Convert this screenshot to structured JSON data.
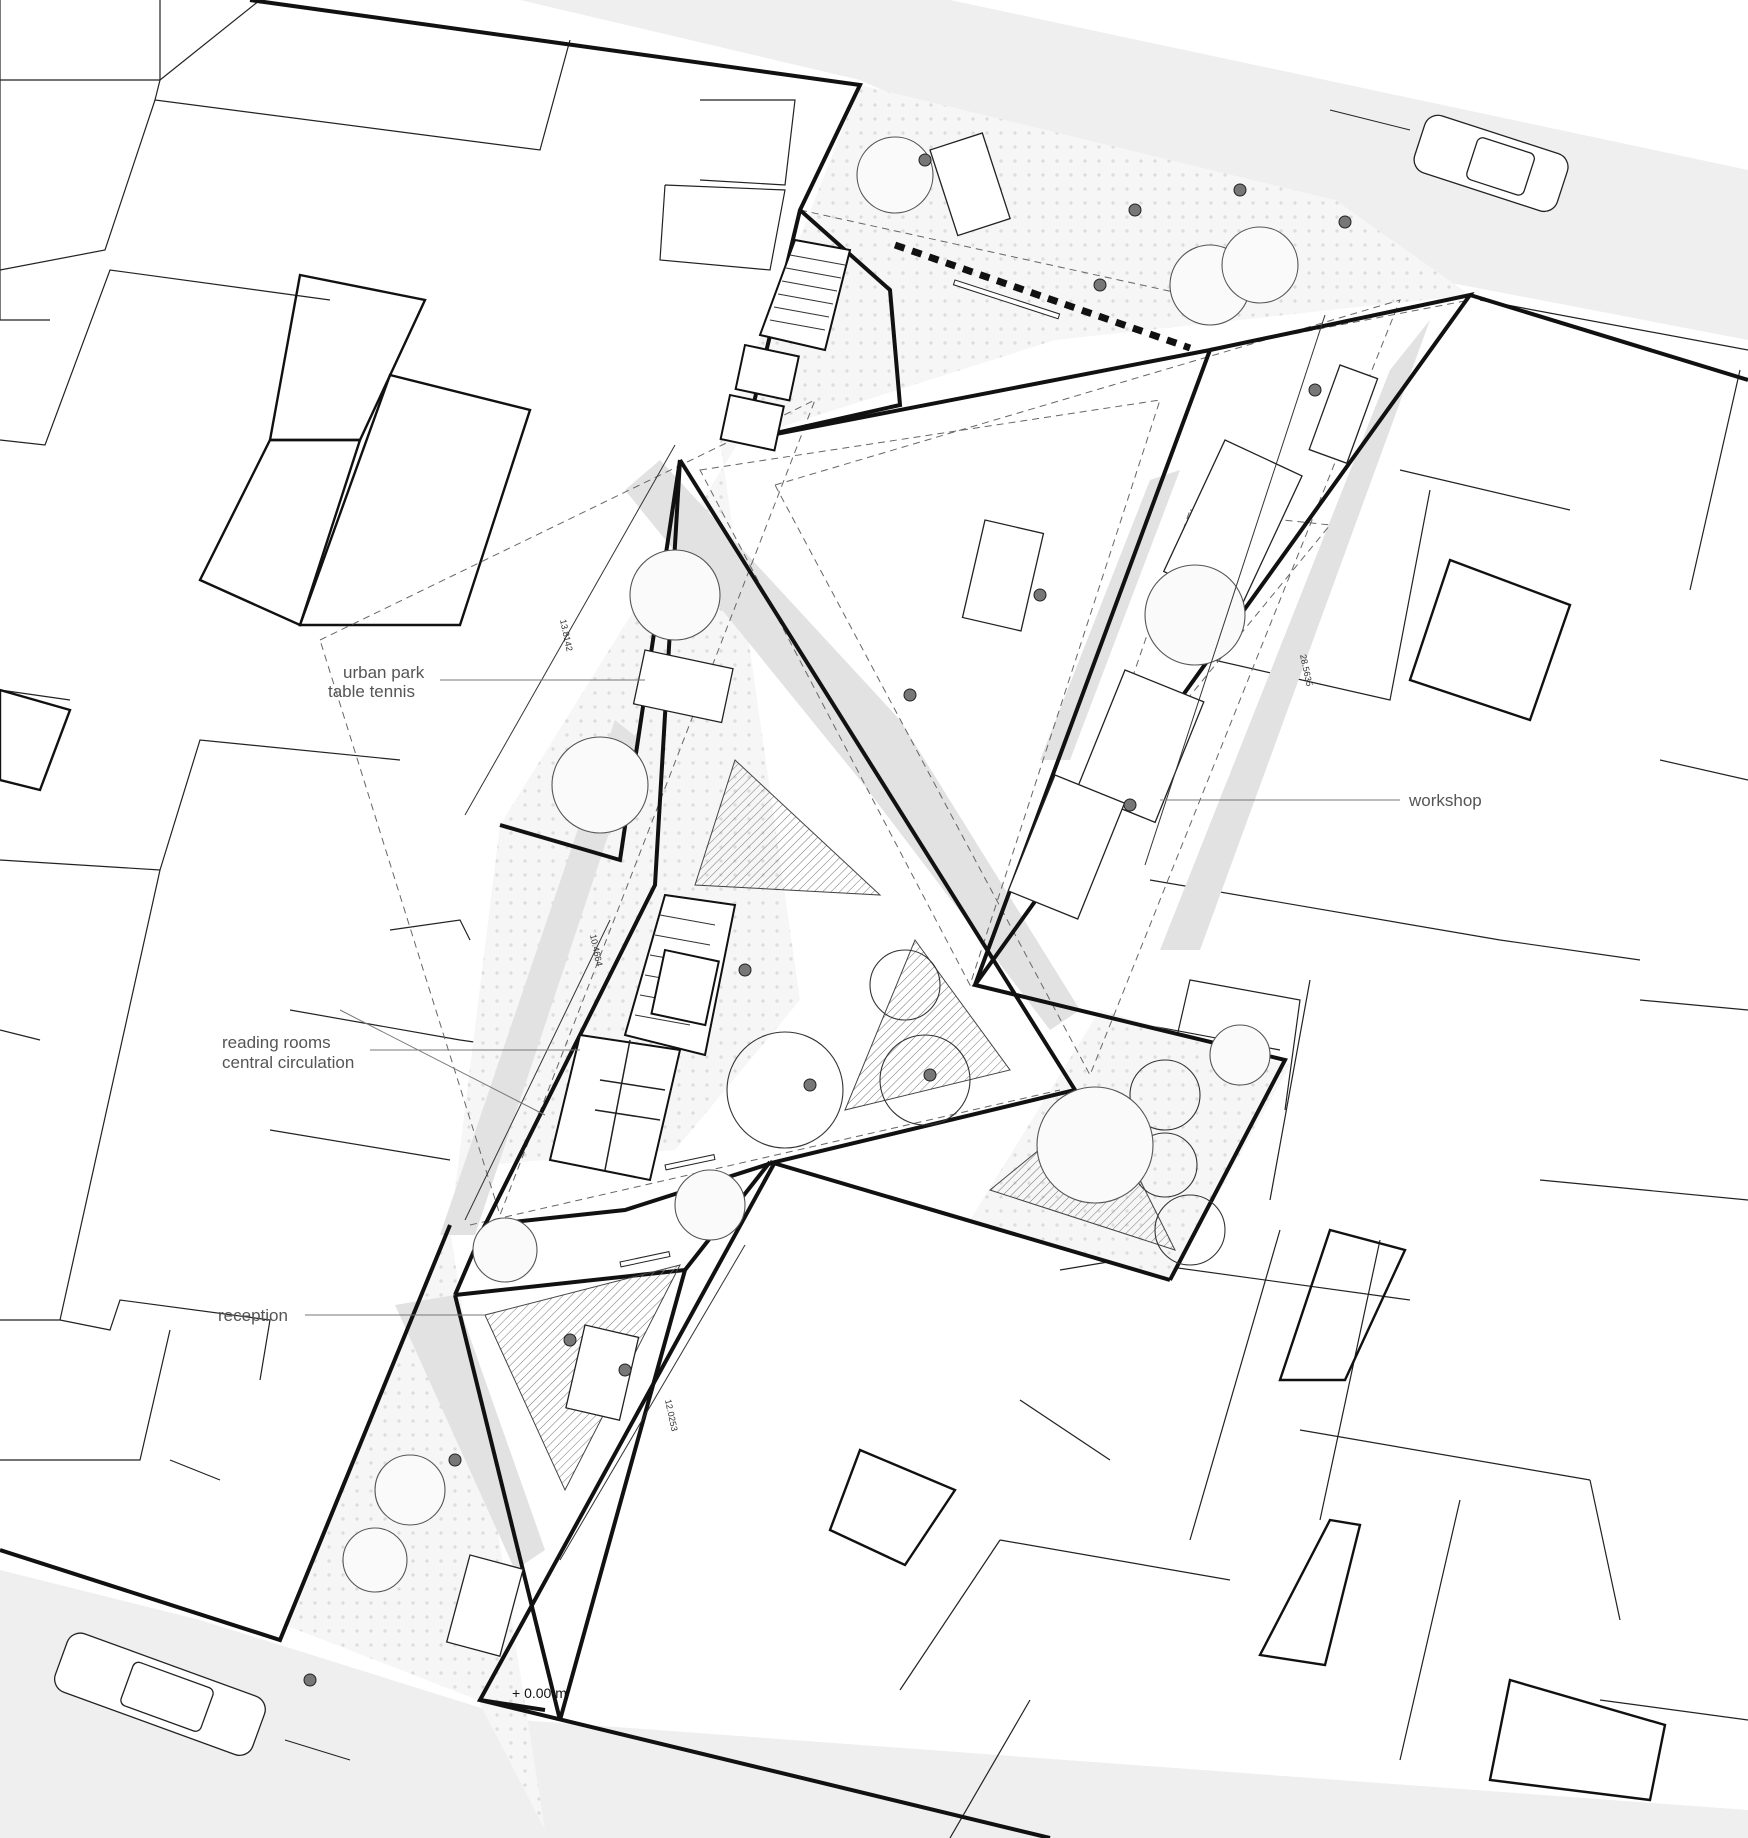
{
  "labels": {
    "urban_park_line1": "urban park",
    "urban_park_line2": "table tennis",
    "workshop": "workshop",
    "reading_line1": "reading rooms",
    "reading_line2": "central circulation",
    "reception": "reception",
    "level": "+ 0.00 m"
  },
  "dimensions": {
    "park_width": "13.8142",
    "workshop_length": "28.5635",
    "reading_width": "10.4664",
    "reception_length": "12.0253"
  },
  "colors": {
    "street": "#efefef",
    "paving": "#f4f4f4",
    "circulation": "#e2e2e2",
    "walls": "#111111"
  }
}
